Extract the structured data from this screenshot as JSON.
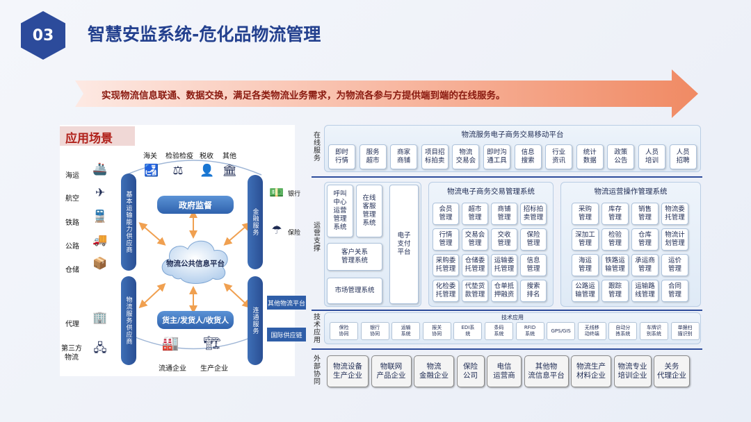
{
  "header": {
    "number": "03",
    "title": "智慧安监系统-危化品物流管理"
  },
  "banner": {
    "text": "实现物流信息联通、数据交换，满足各类物流业务需求，为物流各参与方提供端到端的在线服务。"
  },
  "scene": {
    "label": "应用场景",
    "transport": [
      "海运",
      "航空",
      "铁路",
      "公路",
      "仓储"
    ],
    "others": [
      "代理",
      "第三方物流"
    ],
    "gov_agencies": [
      "海关",
      "检验检疫",
      "税收",
      "其他"
    ],
    "finance": [
      "银行",
      "保险"
    ],
    "left_bar_1": "基本运输能力供应商",
    "left_bar_2": "物流服务供应商",
    "right_bar_1": "金融服务",
    "right_bar_2": "连通服务",
    "gov_pill": "政府监督",
    "cloud": "物流公共信息平台",
    "shipper_pill": "货主/发货人/收货人",
    "connect_boxes": [
      "其他物流平台",
      "国际供应链"
    ],
    "bottom": [
      "流通企业",
      "生产企业"
    ]
  },
  "arch": {
    "row1": {
      "side": "在线服务",
      "title": "物流服务电子商务交易移动平台",
      "tiles": [
        "即时\n行情",
        "服务\n超市",
        "商家\n商铺",
        "项目招\n标拍卖",
        "物流\n交易会",
        "即时沟\n通工具",
        "信息\n搜索",
        "行业\n资讯",
        "统计\n数据",
        "政策\n公告",
        "人员\n培训",
        "人员\n招聘"
      ]
    },
    "row2": {
      "side": "运营支撑",
      "callcenter": "呼叫\n中心\n运营\n管理\n系统",
      "online": "在线\n客服\n管理\n系统",
      "crm": "客户关系\n管理系统",
      "market": "市场管理系统",
      "payment": "电子\n支付\n平台",
      "ecom_title": "物流电子商务交易管理系统",
      "ecom_tiles": [
        "会员\n管理",
        "超市\n管理",
        "商铺\n管理",
        "招标拍\n卖管理",
        "行情\n管理",
        "交易会\n管理",
        "交收\n管理",
        "保险\n管理",
        "采购委\n托管理",
        "仓储委\n托管理",
        "运输委\n托管理",
        "信息\n管理",
        "化检委\n托管理",
        "代垫货\n款管理",
        "仓单抵\n押融资",
        "搜索\n排名"
      ],
      "ops_title": "物流运营操作管理系统",
      "ops_tiles": [
        "采购\n管理",
        "库存\n管理",
        "销售\n管理",
        "物流委\n托管理",
        "深加工\n管理",
        "检验\n管理",
        "仓库\n管理",
        "物流计\n划管理",
        "海运\n管理",
        "铁路运\n输管理",
        "承运商\n管理",
        "运价\n管理",
        "公路运\n输管理",
        "跟踪\n管理",
        "运输路\n线管理",
        "合同\n管理"
      ]
    },
    "row3": {
      "side": "技术应用",
      "title": "技术应用",
      "tiles": [
        "保险\n协同",
        "银行\n协同",
        "运输\n系统",
        "报关\n协同",
        "EDI系\n统",
        "条码\n系统",
        "RFID\n系统",
        "GPS/GIS",
        "无线移\n动终端",
        "自动分\n拣系统",
        "车牌识\n别系统",
        "单据扫\n描识别"
      ]
    },
    "row4": {
      "side": "外部协同",
      "tiles": [
        "物流设备\n生产企业",
        "物联网\n产品企业",
        "物流\n金融企业",
        "保险\n公司",
        "电信\n运营商",
        "其他物\n流信息平台",
        "物流生产\n材料企业",
        "物流专业\n培训企业",
        "关务\n代理企业"
      ]
    }
  }
}
